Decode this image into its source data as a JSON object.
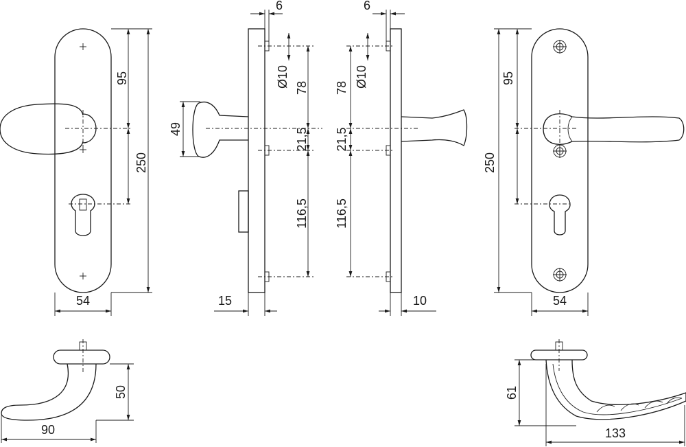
{
  "dimensions": {
    "plate_left_width": "54",
    "plate_left_spacing": "95",
    "plate_left_height": "250",
    "side_left_knob": "49",
    "side_left_screw_offset": "6",
    "side_left_hole": "Ø10",
    "side_left_top": "78",
    "side_left_mid": "21,5",
    "side_left_bottom": "116,5",
    "side_left_depth": "15",
    "side_right_screw_offset": "6",
    "side_right_top": "78",
    "side_right_hole": "Ø10",
    "side_right_mid": "21,5",
    "side_right_bottom": "116,5",
    "side_right_depth": "10",
    "plate_right_spacing": "95",
    "plate_right_height": "250",
    "plate_right_width": "54",
    "knob_top_height": "50",
    "knob_top_length": "90",
    "lever_top_height": "61",
    "lever_top_length": "133"
  }
}
